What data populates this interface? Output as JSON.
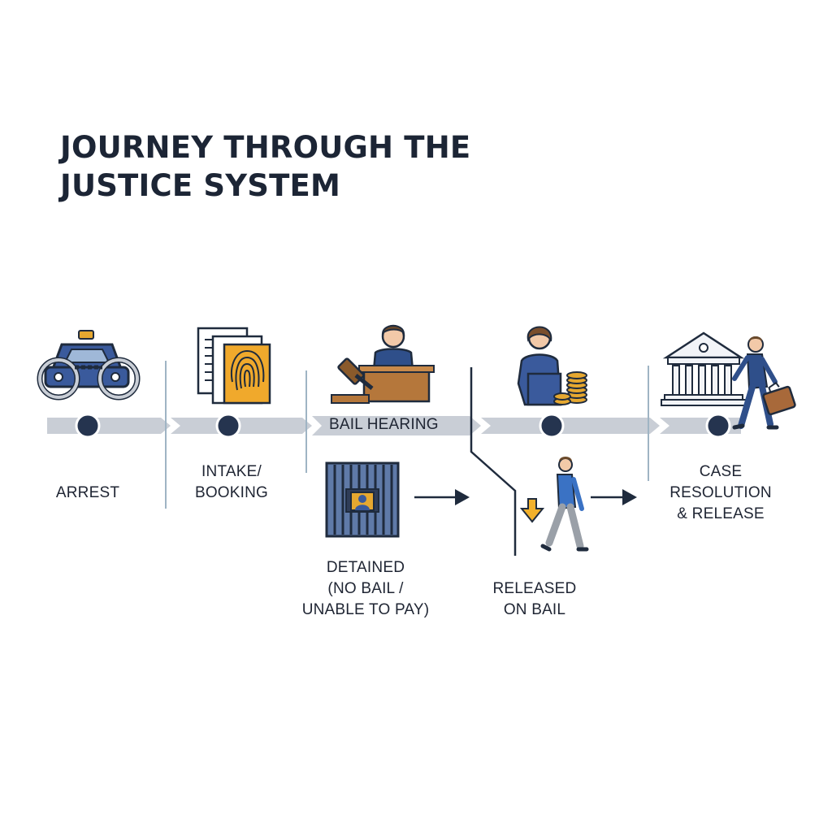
{
  "title": {
    "line1": "JOURNEY THROUGH THE",
    "line2": "JUSTICE SYSTEM"
  },
  "colors": {
    "ink": "#1e2533",
    "timeline": "#c9ced6",
    "node": "#25344f",
    "accent_gold": "#e6a830",
    "accent_blue": "#3a5a9c"
  },
  "stages": {
    "arrest": {
      "label": "ARREST",
      "icon": "police-car-handcuffs-icon"
    },
    "intake": {
      "line1": "INTAKE/",
      "line2": "BOOKING",
      "icon": "documents-fingerprint-icon"
    },
    "bail_hearing": {
      "label": "BAIL HEARING",
      "icon": "judge-gavel-icon"
    },
    "bail_payment": {
      "icon": "person-coins-icon"
    },
    "resolution": {
      "line1": "CASE",
      "line2": "RESOLUTION",
      "line3": "& RELEASE",
      "icon": "courthouse-walking-person-icon"
    }
  },
  "branches": {
    "detained": {
      "line1": "DETAINED",
      "line2": "(NO BAIL /",
      "line3": "UNABLE TO PAY)",
      "icon": "jail-cell-icon"
    },
    "released": {
      "line1": "RELEASED",
      "line2": "ON BAIL",
      "icon": "walking-person-icon"
    }
  }
}
